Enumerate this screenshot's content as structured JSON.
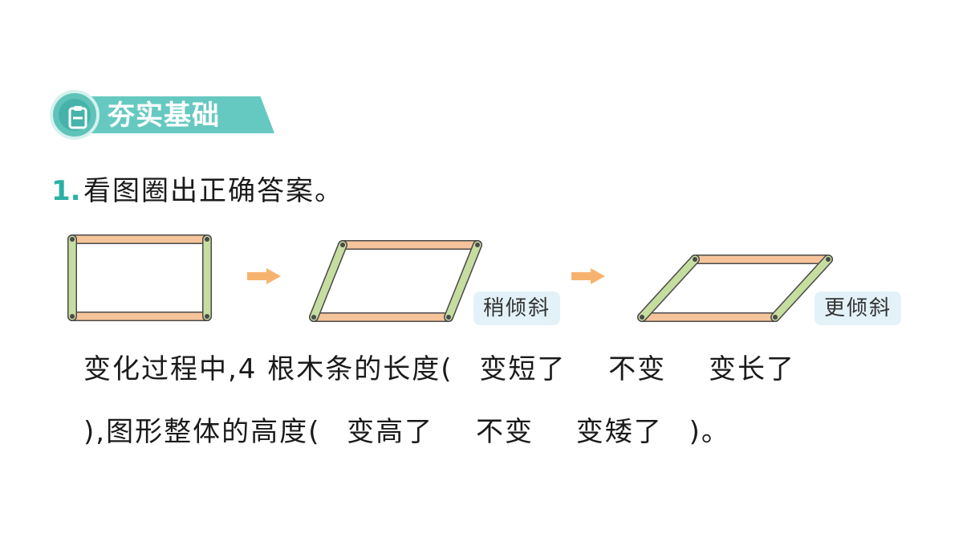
{
  "section": {
    "icon": "clipboard-icon",
    "title_part1": "夯实",
    "title_part2": "基础",
    "colors": {
      "banner": "#66c9c1",
      "icon": "#46b3aa"
    }
  },
  "question": {
    "number": "1.",
    "prompt": "看图圈出正确答案。"
  },
  "figures": {
    "arrow_icon": "right-arrow-icon",
    "tag_slight": "稍倾斜",
    "tag_more": "更倾斜",
    "colors": {
      "long_stick": "#f6c49a",
      "short_stick": "#c6dda0",
      "outline": "#4a4a4a",
      "arrow": "#f7b36e"
    }
  },
  "line1": {
    "prefix": "变化过程中,4 根木条的长度(",
    "opt1": "变短了",
    "opt2": "不变",
    "opt3": "变长了"
  },
  "line2": {
    "prefix": "),图形整体的高度(",
    "opt1": "变高了",
    "opt2": "不变",
    "opt3": "变矮了",
    "suffix": ")。"
  }
}
